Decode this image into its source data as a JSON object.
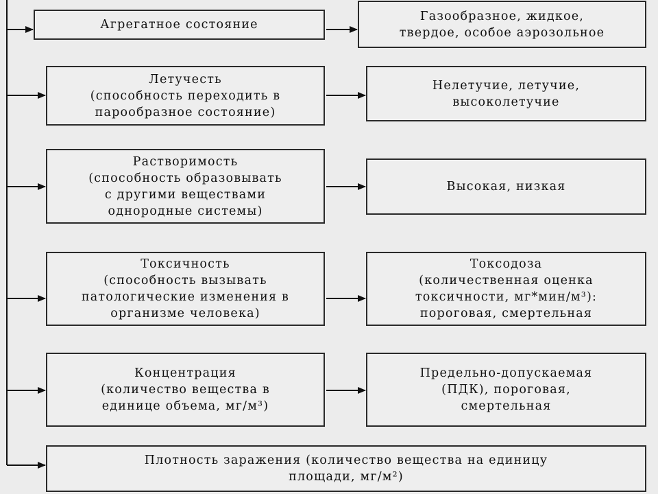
{
  "rows": [
    {
      "property": "Агрегатное состояние",
      "values": "Газообразное, жидкое,\nтвердое, особое  аэрозольное"
    },
    {
      "property": "Летучесть\n(способность переходить в\nпарообразное состояние)",
      "values": "Нелетучие, летучие,\nвысоколетучие"
    },
    {
      "property": "Растворимость\n(способность образовывать\nс другими веществами\nоднородные системы)",
      "values": "Высокая, низкая"
    },
    {
      "property": "Токсичность\n(способность вызывать\nпатологические изменения в\nорганизме человека)",
      "values": "Токсодоза\n(количественная оценка\nтоксичности, мг*мин/м³):\nпороговая, смертельная"
    },
    {
      "property": "Концентрация\n(количество вещества в\nединице объема,  мг/м³)",
      "values": "Предельно-допускаемая\n(ПДК), пороговая,\nсмертельная"
    }
  ],
  "bottom": "Плотность заражения (количество вещества на единицу\nплощади, мг/м²)"
}
